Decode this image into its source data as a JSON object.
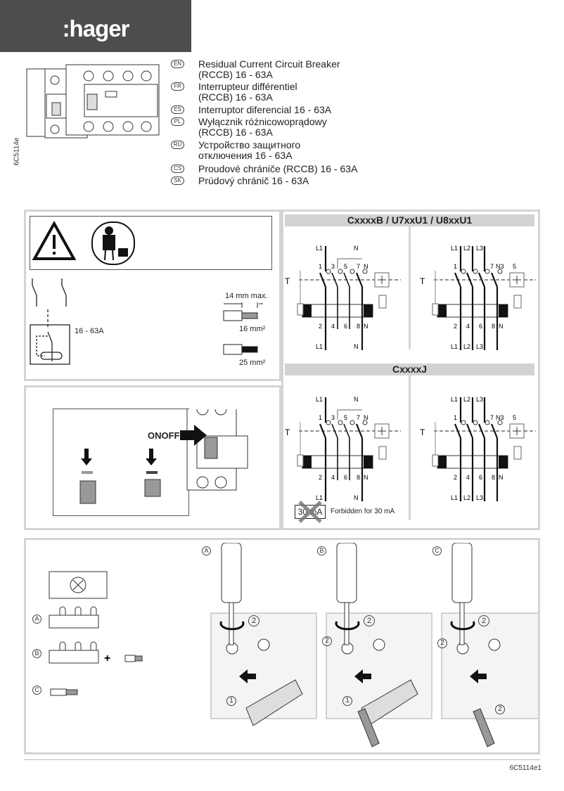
{
  "header": {
    "logo": ":hager",
    "brand_color": "#4b4d4f"
  },
  "doc_code_vertical": "6C5114e",
  "languages": [
    {
      "code": "EN",
      "text": "Residual Current Circuit Breaker (RCCB) 16 - 63A"
    },
    {
      "code": "FR",
      "text": "Interrupteur différentiel (RCCB) 16 - 63A"
    },
    {
      "code": "ES",
      "text": "Interruptor diferencial 16 - 63A"
    },
    {
      "code": "PL",
      "text": "Wyłącznik różnicowoprądowy (RCCB) 16 - 63A"
    },
    {
      "code": "RU",
      "text": "Устройство защитного отключения 16 - 63A"
    },
    {
      "code": "CS",
      "text": "Proudové chrániče (RCCB) 16 - 63A"
    },
    {
      "code": "SK",
      "text": "Prúdový chránič 16 - 63A"
    }
  ],
  "specs": {
    "rating": "16 - 63A",
    "strip_length": "14 mm max.",
    "cable_flexible": "16 mm²",
    "cable_rigid": "25 mm²"
  },
  "operation": {
    "onoff_label": "ONOFF"
  },
  "wiring": {
    "section1_title": "CxxxxB / U7xxU1 / U8xxU1",
    "section2_title": "CxxxxJ",
    "test_label": "T",
    "two_pole": {
      "top": [
        "L1",
        "N"
      ],
      "terminals_top": [
        "1",
        "3",
        "5",
        "7",
        "N"
      ],
      "terminals_bottom": [
        "2",
        "4",
        "6",
        "8",
        "N"
      ],
      "bottom": [
        "L1",
        "N"
      ]
    },
    "four_pole": {
      "top": [
        "L1",
        "L2",
        "L3"
      ],
      "terminals_top": [
        "1",
        "7",
        "N3",
        "5"
      ],
      "terminals_bottom": [
        "2",
        "4",
        "6",
        "8",
        "N"
      ],
      "bottom": [
        "L1",
        "L2",
        "L3"
      ]
    },
    "forbidden_badge": "30 mA",
    "forbidden_text": "Forbidden for 30 mA"
  },
  "connection": {
    "options": [
      "A",
      "B",
      "C"
    ],
    "steps": [
      "1",
      "2"
    ]
  },
  "footer": {
    "code": "6C5114e1"
  }
}
